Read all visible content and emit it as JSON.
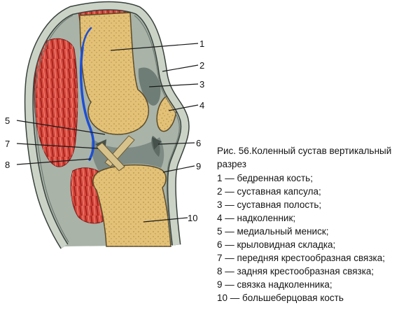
{
  "figure": {
    "caption": "Рис. 56.Коленный сустав вертикальный разрез"
  },
  "legend_items": [
    "1 — бедренная кость;",
    "2 — суставная капсула;",
    "3 — суставная полость;",
    "4 — надколенник;",
    "5 — медиальный мениск;",
    "6 — крыловидная складка;",
    "7 — передняя крестообразная связка;",
    "8 — задняя крестообразная связка;",
    "9 — связка надколенника;",
    "10 — большеберцовая кость"
  ],
  "markers": [
    "1",
    "2",
    "3",
    "4",
    "5",
    "6",
    "7",
    "8",
    "9",
    "10"
  ],
  "colors": {
    "bone": "#e3c177",
    "bone_speckle": "#a8863c",
    "muscle": "#d84a3f",
    "muscle_striation": "#9e1f1a",
    "vessel_blue": "#1d4fd4",
    "skin_band": "#cbd3c7",
    "joint_cavity": "#77857f",
    "outline": "#39423d",
    "background": "#ffffff"
  }
}
